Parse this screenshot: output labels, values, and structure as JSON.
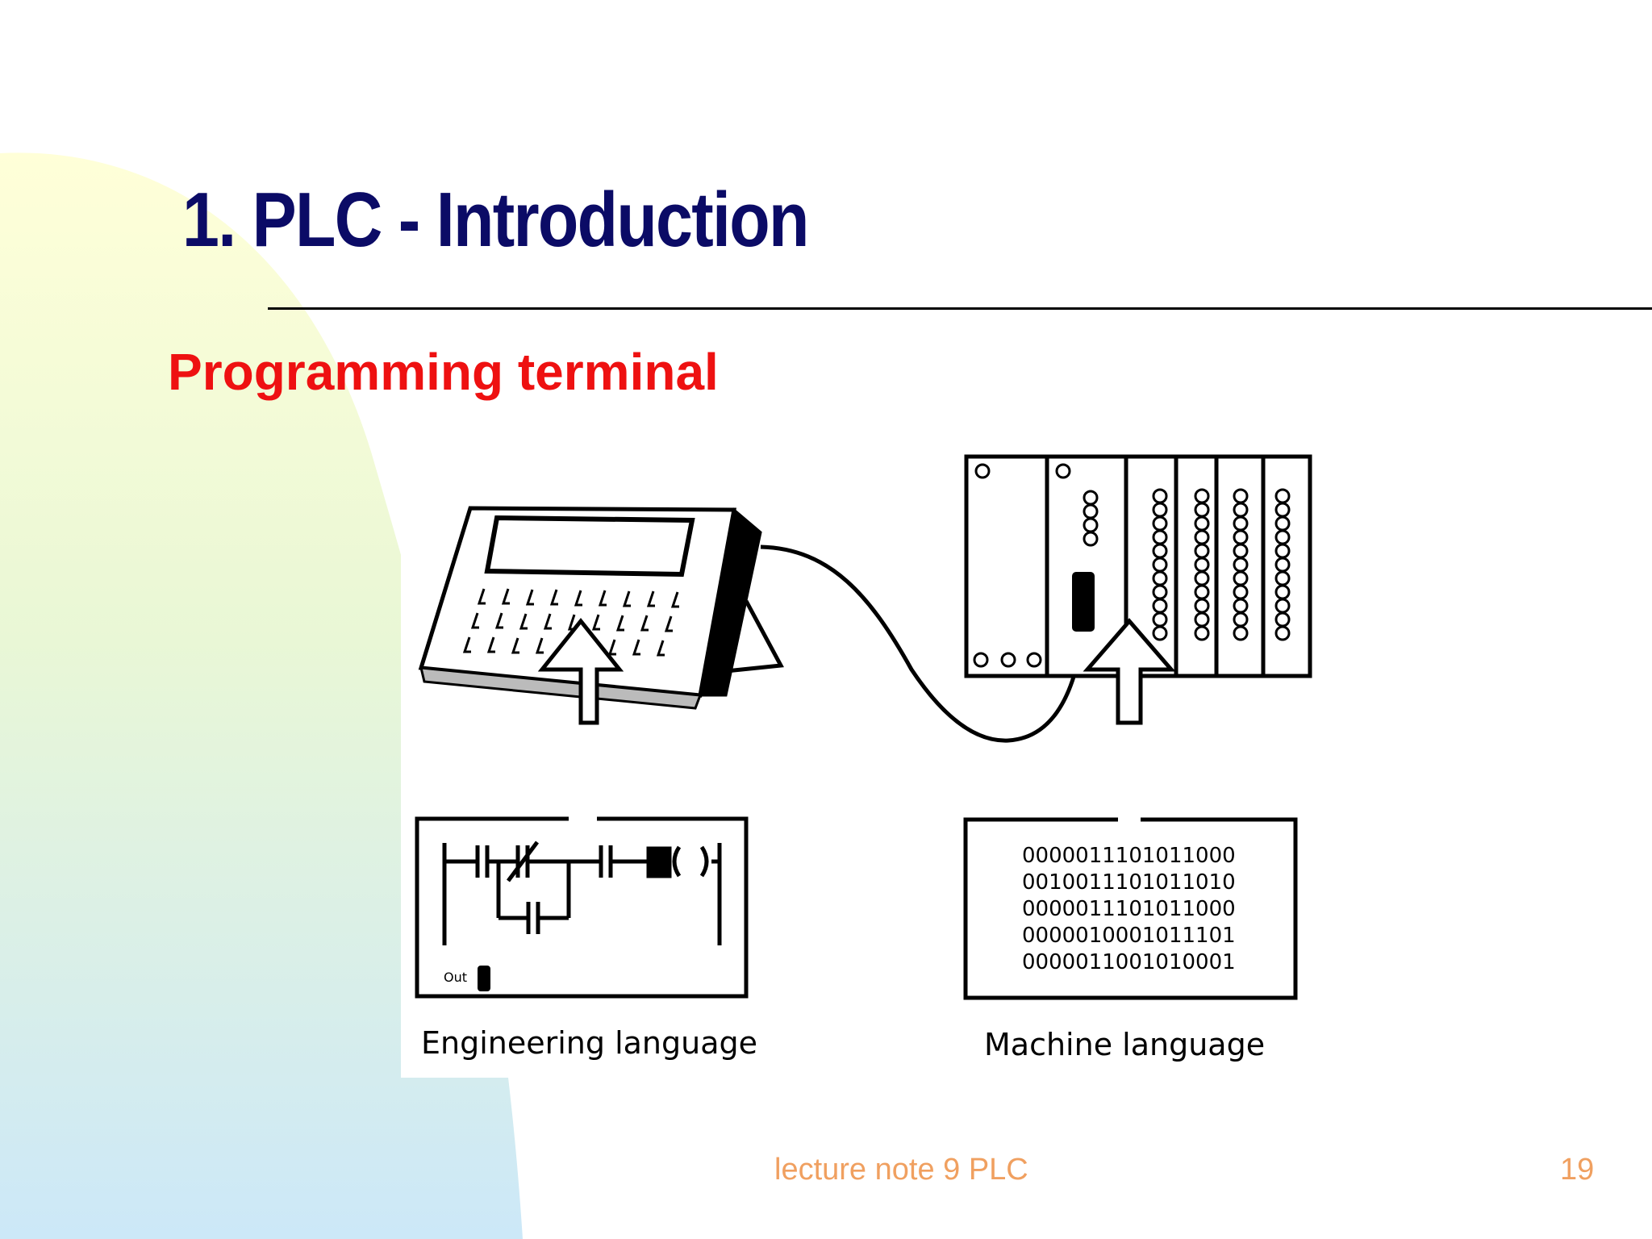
{
  "slide": {
    "title": "1. PLC - Introduction",
    "subtitle": "Programming terminal",
    "footer_note": "lecture note 9 PLC",
    "page_number": "19",
    "colors": {
      "title": "#0b0b66",
      "subtitle": "#ee1111",
      "footer": "#f0a060"
    }
  },
  "figure": {
    "engineering_caption": "Engineering language",
    "machine_caption": "Machine language",
    "out_label": "Out",
    "machine_code": [
      "0000011101011000",
      "0010011101011010",
      "0000011101011000",
      "0000010001011101",
      "0000011001010001"
    ],
    "components": [
      "programming-terminal",
      "cable",
      "plc-rack",
      "ladder-diagram",
      "machine-code-box"
    ]
  }
}
